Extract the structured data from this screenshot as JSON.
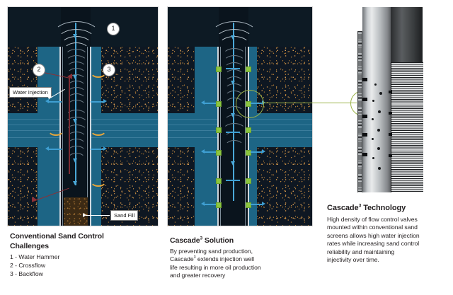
{
  "panels": {
    "conventional": {
      "name": "Conventional Sand Control",
      "callouts": [
        {
          "num": "1",
          "meaning": "Water Hammer"
        },
        {
          "num": "2",
          "meaning": "Crossflow"
        },
        {
          "num": "3",
          "meaning": "Backflow"
        }
      ],
      "labels": {
        "water_injection": "Water Injection",
        "sand_fill": "Sand Fill"
      }
    },
    "cascade": {
      "name": "Cascade3 Solution"
    },
    "photo": {
      "name": "Cascade3 screen photograph"
    }
  },
  "captions": {
    "left": {
      "title_line1": "Conventional Sand Control",
      "title_line2": "Challenges",
      "items": [
        "1 - Water Hammer",
        "2 - Crossflow",
        "3 - Backflow"
      ]
    },
    "middle": {
      "title_prefix": "Cascade",
      "title_sup": "3",
      "title_suffix": " Solution",
      "body_line1": "By preventing sand production,",
      "body_line2_prefix": "Cascade",
      "body_line2_sup": "3",
      "body_line2_suffix": " extends injection well",
      "body_line3": "life resulting in more oil production",
      "body_line4": "and greater recovery"
    },
    "right": {
      "title_prefix": "Cascade",
      "title_sup": "3",
      "title_suffix": " Technology",
      "body_line1": "High density of flow control valves",
      "body_line2": "mounted within conventional sand",
      "body_line3": "screens allows high water injection",
      "body_line4": "rates while increasing sand control",
      "body_line5": "reliability and maintaining",
      "body_line6": "injectivity over time."
    }
  },
  "colors": {
    "formation": "#0e1722",
    "aquifer": "#1d6585",
    "wellbore": "#0a141d",
    "water_flow": "#4aa8d8",
    "crossflow": "#8c3138",
    "backflow": "#e8a63a",
    "valve": "#8cc63f",
    "connector": "#9bb34a",
    "text": "#231f20"
  }
}
